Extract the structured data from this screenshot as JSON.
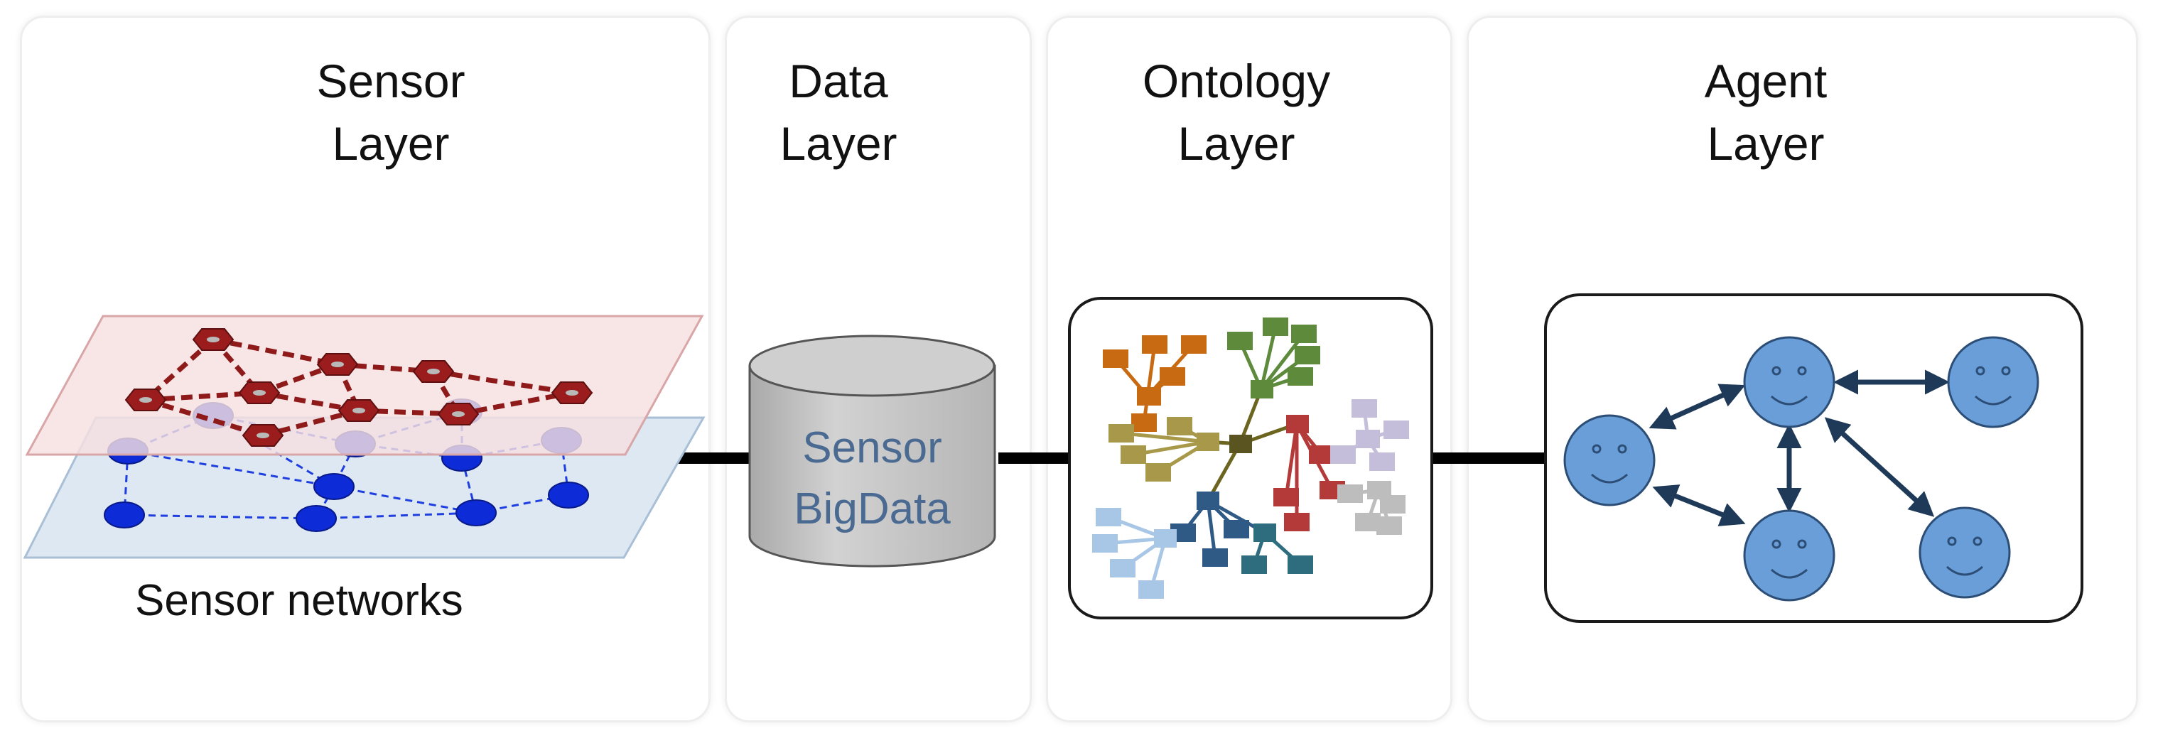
{
  "layers": [
    {
      "line1": "Sensor",
      "line2": "Layer"
    },
    {
      "line1": "Data",
      "line2": "Layer"
    },
    {
      "line1": "Ontology",
      "line2": "Layer"
    },
    {
      "line1": "Agent",
      "line2": "Layer"
    }
  ],
  "sensor_caption": "Sensor networks",
  "database": {
    "line1": "Sensor",
    "line2": "BigData"
  },
  "colors": {
    "red_node": "#9b1c1c",
    "blue_node": "#0d2bd6",
    "red_plane": "#f6dfe0",
    "blue_plane": "#dde8f3",
    "db_fill": "#c8c8c8",
    "db_text": "#4a6a92",
    "agent_fill": "#6a9ed8",
    "arrow": "#1f3a58"
  }
}
